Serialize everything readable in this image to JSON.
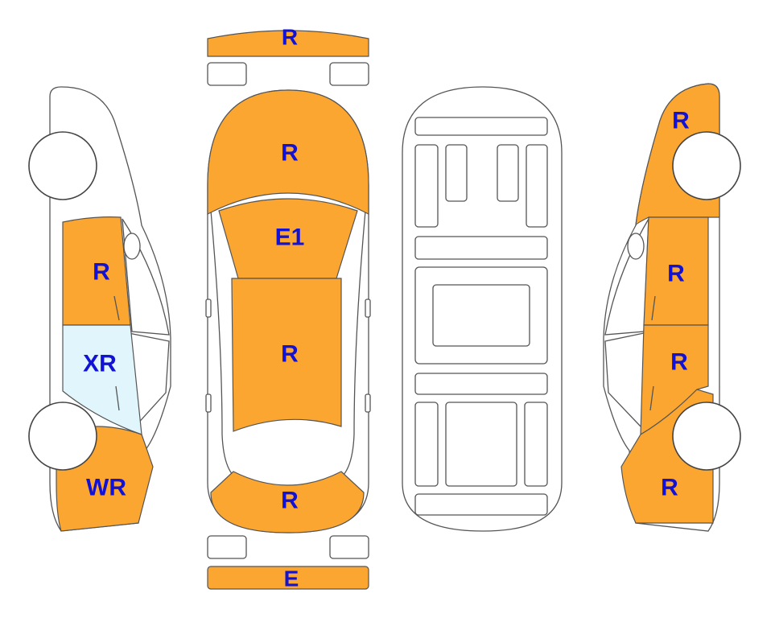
{
  "colors": {
    "damaged": "#FBA631",
    "replaced": "#E0F5FC",
    "label": "#1212D4",
    "outline": "#555555"
  },
  "legend_codes": [
    "R",
    "E",
    "E1",
    "XR",
    "WR"
  ],
  "panels": {
    "front_bumper": "R",
    "hood": "R",
    "windshield_roof_front": "E1",
    "roof": "R",
    "trunk": "R",
    "rear_bumper": "E",
    "left_front_door": "R",
    "left_rear_door": "XR",
    "left_rear_quarter": "WR",
    "right_front_fender": "R",
    "right_front_door": "R",
    "right_rear_door": "R",
    "right_rear_quarter": "R"
  }
}
